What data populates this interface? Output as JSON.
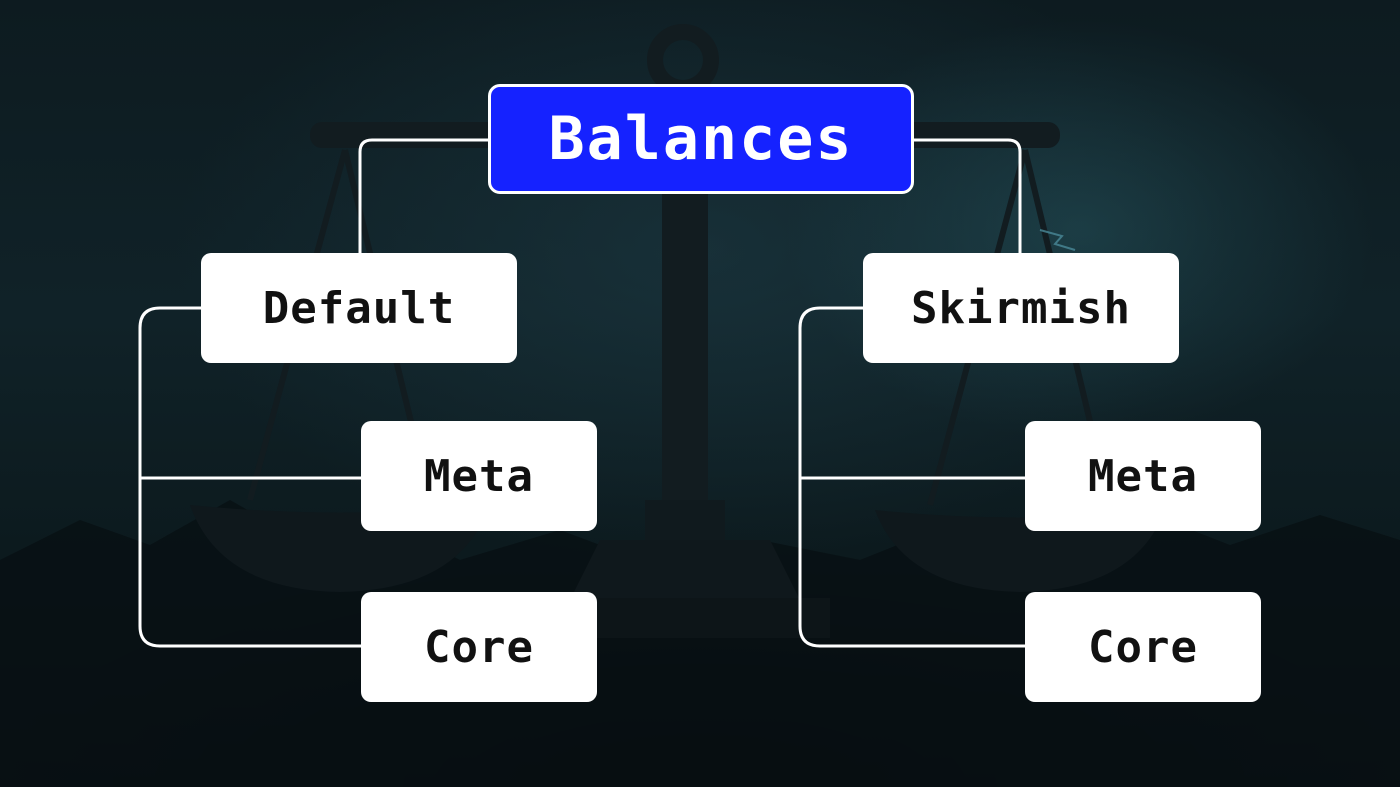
{
  "diagram": {
    "title": "Balances",
    "branches": [
      {
        "label": "Default",
        "children": [
          "Meta",
          "Core"
        ]
      },
      {
        "label": "Skirmish",
        "children": [
          "Meta",
          "Core"
        ]
      }
    ]
  },
  "colors": {
    "title_fill": "#1522ff",
    "node_fill": "#ffffff",
    "connector": "#ffffff",
    "background": "#0b1418"
  },
  "background_image": {
    "subject": "scale-of-justice silhouette in dark stormy landscape"
  }
}
